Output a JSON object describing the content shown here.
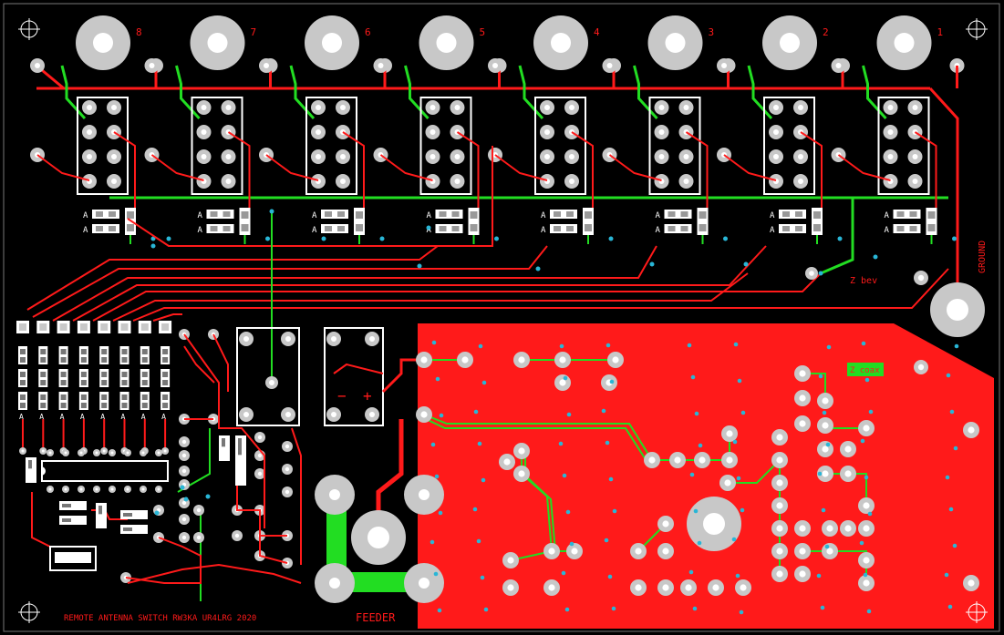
{
  "board": {
    "background": "#000000",
    "copper_top": "#ff1a1a",
    "copper_bottom": "#22dd22",
    "pad": "#c8c8c8",
    "silkscreen": "#ffffff",
    "via": "#29b6d6"
  },
  "connectors": [
    {
      "id": "8",
      "label": "8"
    },
    {
      "id": "7",
      "label": "7"
    },
    {
      "id": "6",
      "label": "6"
    },
    {
      "id": "5",
      "label": "5"
    },
    {
      "id": "4",
      "label": "4"
    },
    {
      "id": "3",
      "label": "3"
    },
    {
      "id": "2",
      "label": "2"
    },
    {
      "id": "1",
      "label": "1"
    }
  ],
  "labels": {
    "ground": "GROUND",
    "z_bev": "Z bev",
    "z_coax": "Z coax",
    "feeder": "FEEDER",
    "credit": "REMOTE ANTENNA SWITCH RW3KA UR4LRG 2020",
    "diode_mark": "A",
    "minus": "−",
    "plus": "+"
  }
}
